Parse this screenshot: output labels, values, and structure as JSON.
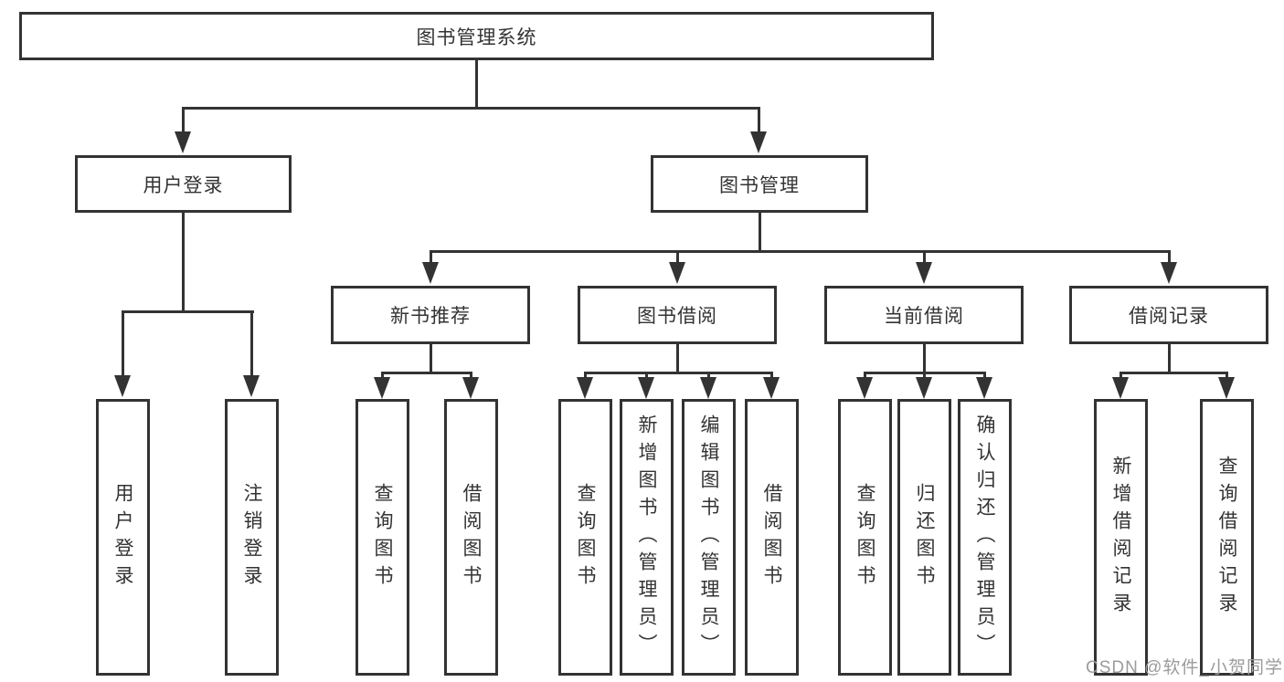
{
  "colors": {
    "line": "#333333",
    "text": "#333333",
    "watermark": "#9b9b9b",
    "background": "#ffffff"
  },
  "watermark": "CSDN @软件_小贺同学",
  "tree": {
    "root": "图书管理系统",
    "branches": [
      {
        "label": "用户登录",
        "children": [
          {
            "label": "用户登录"
          },
          {
            "label": "注销登录"
          }
        ]
      },
      {
        "label": "图书管理",
        "children": [
          {
            "label": "新书推荐",
            "children": [
              {
                "label": "查询图书"
              },
              {
                "label": "借阅图书"
              }
            ]
          },
          {
            "label": "图书借阅",
            "children": [
              {
                "label": "查询图书"
              },
              {
                "label": "新增图书（管理员）"
              },
              {
                "label": "编辑图书（管理员）"
              },
              {
                "label": "借阅图书"
              }
            ]
          },
          {
            "label": "当前借阅",
            "children": [
              {
                "label": "查询图书"
              },
              {
                "label": "归还图书"
              },
              {
                "label": "确认归还（管理员）"
              }
            ]
          },
          {
            "label": "借阅记录",
            "children": [
              {
                "label": "新增借阅记录"
              },
              {
                "label": "查询借阅记录"
              }
            ]
          }
        ]
      }
    ]
  }
}
